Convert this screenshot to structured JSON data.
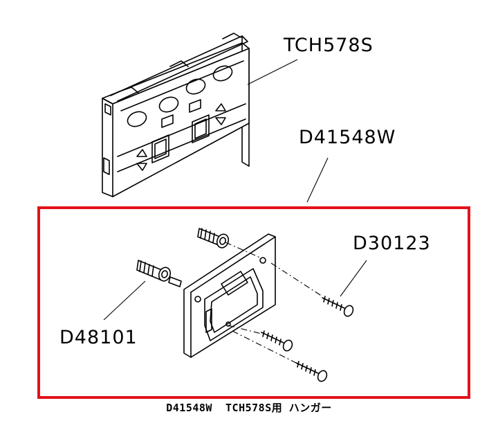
{
  "labels": {
    "remote": "TCH578S",
    "hanger_set": "D41548W",
    "screw": "D30123",
    "anchor": "D48101"
  },
  "caption": "D41548W  TCH578S用 ハンガー",
  "colors": {
    "highlight_border": "#e3121b",
    "line": "#000000",
    "background": "#ffffff"
  }
}
